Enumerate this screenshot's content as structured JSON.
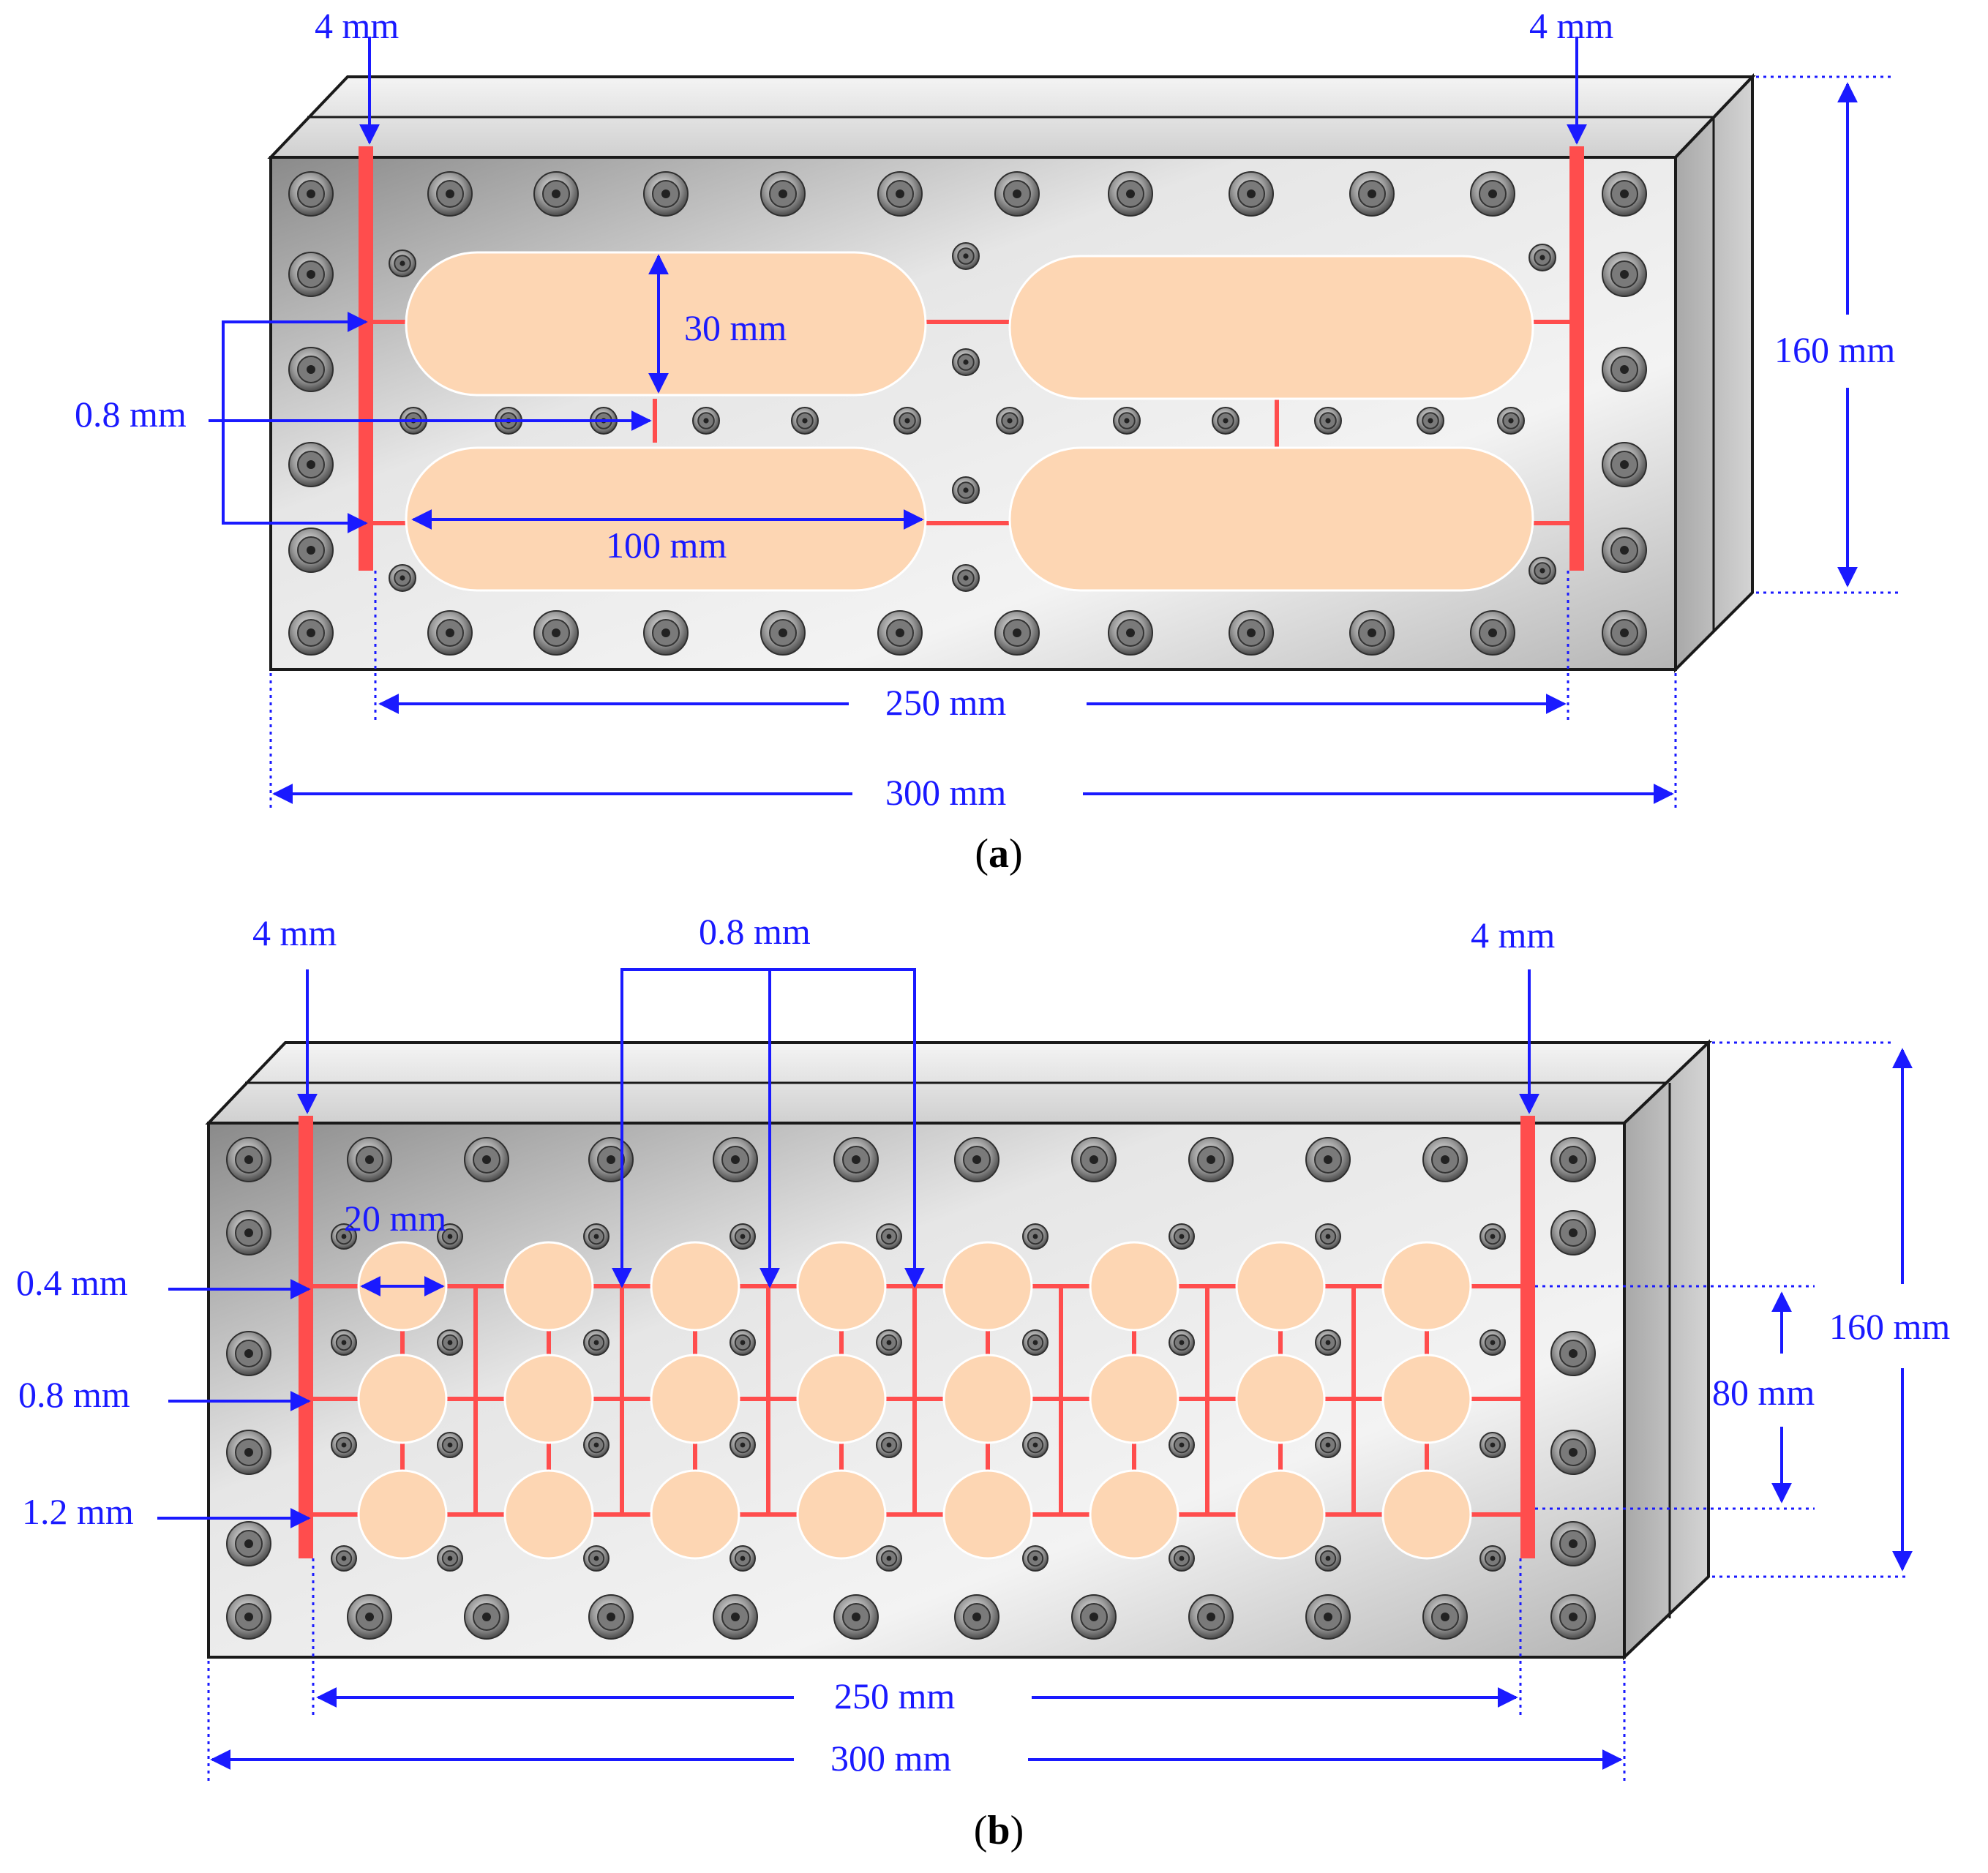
{
  "colors": {
    "dimension": "#1a1aff",
    "heater": "#ff4d4d",
    "cell_fill": "#fdd6b3",
    "plate_face": "#d9d9d9",
    "plate_outline": "#1a1a1a"
  },
  "panel_a": {
    "caption_open": "(",
    "caption_letter": "a",
    "caption_close": ")",
    "label_heater_left": "4 mm",
    "label_heater_right": "4 mm",
    "label_height": "160 mm",
    "label_cell_height": "30 mm",
    "label_gap": "0.8 mm",
    "label_cell_length": "100 mm",
    "label_inner_width": "250 mm",
    "label_outer_width": "300 mm"
  },
  "panel_b": {
    "caption_open": "(",
    "caption_letter": "b",
    "caption_close": ")",
    "label_heater_left": "4 mm",
    "label_heater_right": "4 mm",
    "label_channel_top": "0.8 mm",
    "label_cell_diameter": "20 mm",
    "label_row_top": "0.4 mm",
    "label_row_mid": "0.8 mm",
    "label_row_bottom": "1.2 mm",
    "label_height": "160 mm",
    "label_row_span": "80 mm",
    "label_inner_width": "250 mm",
    "label_outer_width": "300 mm"
  }
}
